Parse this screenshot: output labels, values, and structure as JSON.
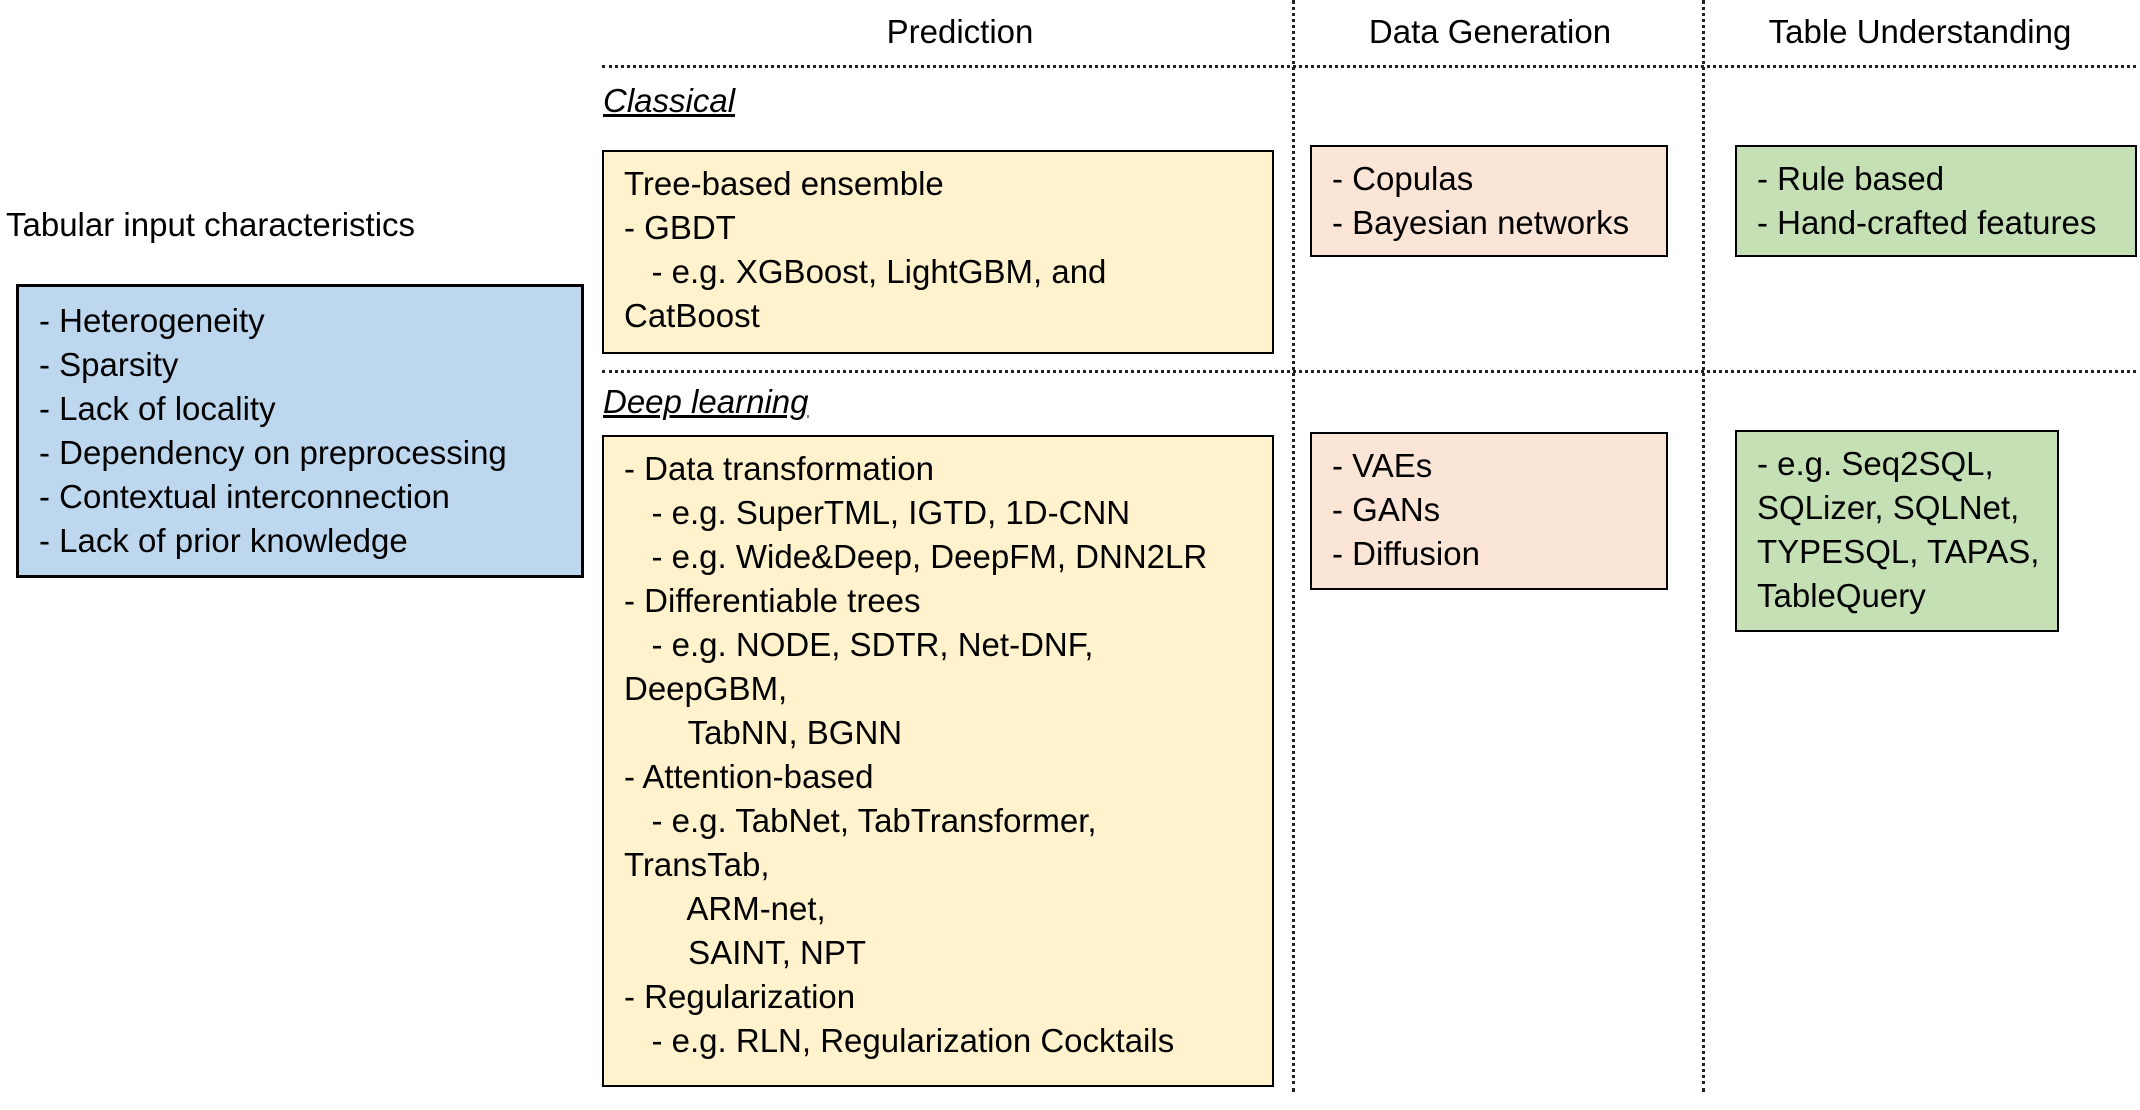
{
  "headers": {
    "prediction": "Prediction",
    "data_generation": "Data Generation",
    "table_understanding": "Table Understanding"
  },
  "sections": {
    "classical": "Classical",
    "deep_learning": "Deep learning"
  },
  "input": {
    "title": "Tabular input characteristics",
    "items": [
      "- Heterogeneity",
      "- Sparsity",
      "- Lack of locality",
      "- Dependency on preprocessing",
      "- Contextual interconnection",
      "- Lack of prior knowledge"
    ]
  },
  "classical": {
    "prediction": [
      "Tree-based ensemble",
      "- GBDT",
      "   - e.g. XGBoost, LightGBM, and",
      "CatBoost"
    ],
    "generation": [
      "- Copulas",
      "- Bayesian networks"
    ],
    "understanding": [
      "- Rule based",
      "- Hand-crafted features"
    ]
  },
  "deep": {
    "prediction": [
      "- Data transformation",
      "   - e.g. SuperTML, IGTD, 1D-CNN",
      "   - e.g. Wide&Deep, DeepFM, DNN2LR",
      "- Differentiable trees",
      "   - e.g. NODE, SDTR, Net-DNF,",
      "DeepGBM,",
      "       TabNN, BGNN",
      "- Attention-based",
      "   - e.g. TabNet, TabTransformer,",
      "TransTab,",
      "       ARM-net,",
      "       SAINT, NPT",
      "- Regularization",
      "   - e.g. RLN, Regularization Cocktails"
    ],
    "generation": [
      "- VAEs",
      "- GANs",
      "- Diffusion"
    ],
    "understanding": [
      "- e.g. Seq2SQL,",
      "SQLizer, SQLNet,",
      "TYPESQL, TAPAS,",
      "TableQuery"
    ]
  },
  "colors": {
    "input_box": "#bdd7ee",
    "prediction_box": "#fff2cc",
    "generation_box": "#fbe5d6",
    "understanding_box": "#c5e0b4"
  }
}
